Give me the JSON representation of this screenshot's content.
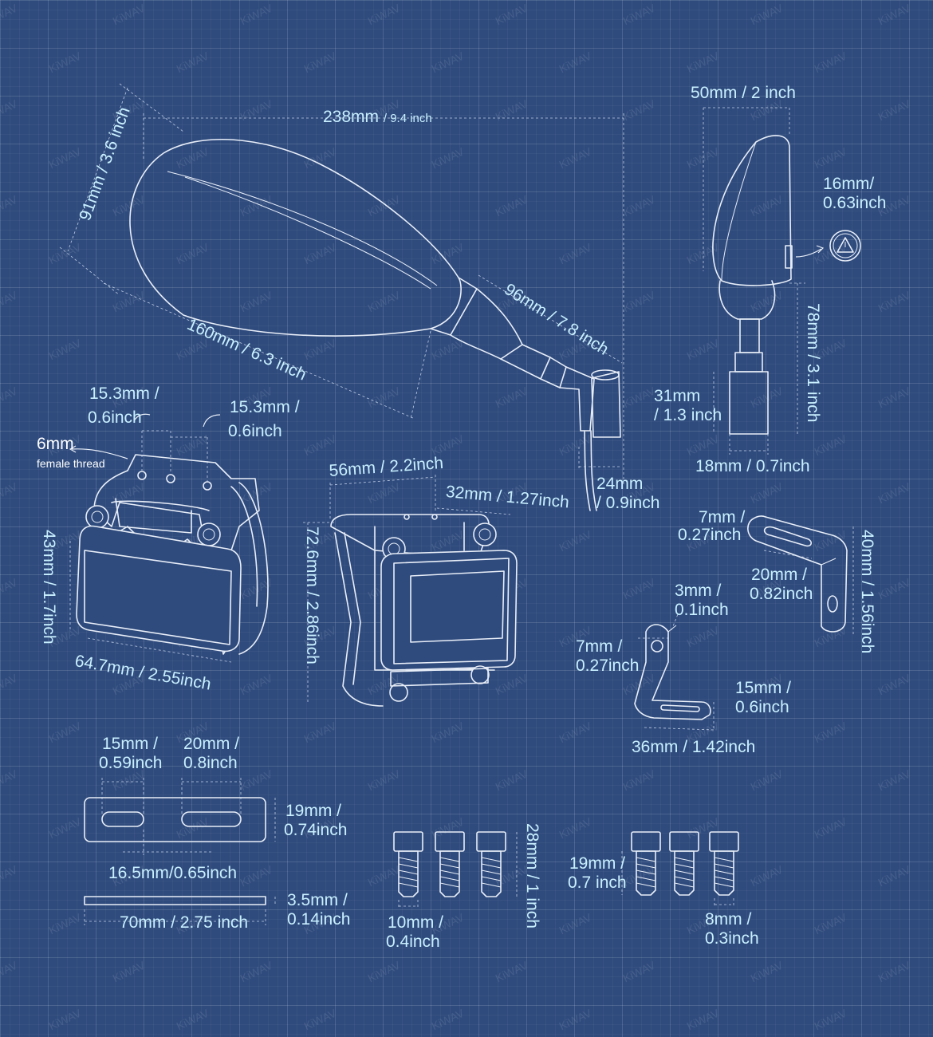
{
  "watermark": "KiWAV",
  "mirror_view": {
    "width": {
      "mm": "238mm",
      "inch": "/ 9.4 inch"
    },
    "height": {
      "mm": "91mm",
      "inch": "/ 3.6 inch"
    },
    "head_length": {
      "mm": "160mm",
      "inch": "/ 6.3 inch"
    },
    "stem_length": {
      "mm": "96mm",
      "inch": "/ 7.8 inch"
    },
    "bolt_width": {
      "mm": "24mm",
      "inch": "/ 0.9inch"
    }
  },
  "side_view": {
    "thickness": {
      "mm": "50mm",
      "inch": "/ 2 inch"
    },
    "light": {
      "mm": "16mm/",
      "inch": "0.63inch"
    },
    "stem_height": {
      "mm": "78mm",
      "inch": "/ 3.1 inch"
    },
    "mount_height": {
      "mm": "31mm",
      "inch": "/ 1.3 inch"
    },
    "mount_width": {
      "mm": "18mm",
      "inch": "/ 0.7inch"
    }
  },
  "clamp_front": {
    "hole_left": {
      "mm": "15.3mm /",
      "inch": "0.6inch"
    },
    "hole_right": {
      "mm": "15.3mm /",
      "inch": "0.6inch"
    },
    "thread": {
      "mm": "6mm",
      "text": "female thread"
    },
    "height": {
      "mm": "43mm",
      "inch": "/ 1.7inch"
    },
    "width": {
      "mm": "64.7mm",
      "inch": "/ 2.55inch"
    }
  },
  "clamp_side": {
    "width": {
      "mm": "56mm",
      "inch": "/ 2.2inch"
    },
    "depth": {
      "mm": "32mm",
      "inch": "/ 1.27inch"
    },
    "height": {
      "mm": "72.6mm",
      "inch": "/ 2.86inch"
    }
  },
  "bracket_large": {
    "slot": {
      "mm": "7mm /",
      "inch": "0.27inch"
    },
    "slot_length": {
      "mm": "20mm /",
      "inch": "0.82inch"
    },
    "height": {
      "mm": "40mm",
      "inch": "/ 1.56inch"
    }
  },
  "bracket_small": {
    "thickness": {
      "mm": "3mm /",
      "inch": "0.1inch"
    },
    "hole": {
      "mm": "7mm /",
      "inch": "0.27inch"
    },
    "width": {
      "mm": "15mm /",
      "inch": "0.6inch"
    },
    "length": {
      "mm": "36mm",
      "inch": "/ 1.42inch"
    }
  },
  "plate": {
    "slot_left": {
      "mm": "15mm /",
      "inch": "0.59inch"
    },
    "slot_right": {
      "mm": "20mm /",
      "inch": "0.8inch"
    },
    "height": {
      "mm": "19mm /",
      "inch": "0.74inch"
    },
    "spacing": {
      "mm": "16.5mm",
      "inch": "/0.65inch"
    },
    "thickness": {
      "mm": "3.5mm /",
      "inch": "0.14inch"
    },
    "length": {
      "mm": "70mm",
      "inch": "/ 2.75 inch"
    }
  },
  "bolts_long": {
    "length": {
      "mm": "28mm",
      "inch": "/ 1 inch"
    },
    "diameter": {
      "mm": "10mm /",
      "inch": "0.4inch"
    }
  },
  "bolts_short": {
    "length": {
      "mm": "19mm /",
      "inch": "0.7 inch"
    },
    "diameter": {
      "mm": "8mm /",
      "inch": "0.3inch"
    }
  }
}
